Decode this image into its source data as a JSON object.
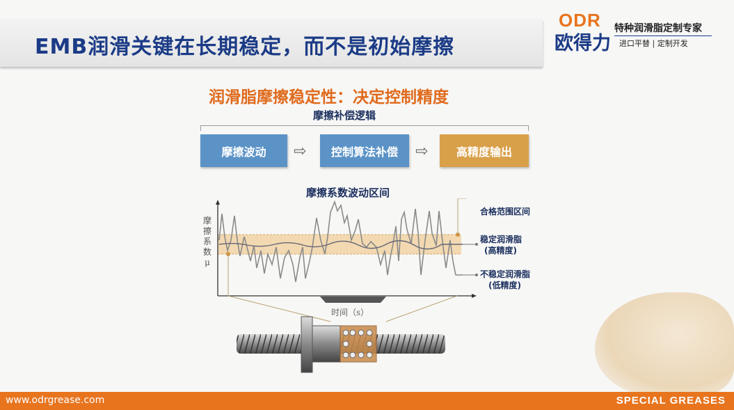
{
  "header": {
    "title": "EMB润滑关键在长期稳定，而不是初始摩擦"
  },
  "logo": {
    "brand": "ODR",
    "name": "欧得力",
    "tagline": "特种润滑脂定制专家",
    "sub": "进口平替 | 定制开发"
  },
  "main": {
    "subtitle": "润滑脂摩擦稳定性：决定控制精度",
    "logic_title": "摩擦补偿逻辑",
    "steps": [
      {
        "label": "摩擦波动",
        "color": "#5b93c7"
      },
      {
        "label": "控制算法补偿",
        "color": "#5b93c7"
      },
      {
        "label": "高精度输出",
        "color": "#d9a04a"
      }
    ],
    "chart_title": "摩擦系数波动区间",
    "y_label": "摩擦系数μ",
    "x_label": "时间（s）",
    "legend": {
      "range": "合格范围区间",
      "stable": "稳定润滑脂",
      "stable_note": "(高精度)",
      "unstable": "不稳定润滑脂",
      "unstable_note": "(低精度)"
    }
  },
  "footer": {
    "url": "www.odrgrease.com",
    "slogan": "SPECIAL GREASES",
    "color": "#e8741e"
  }
}
